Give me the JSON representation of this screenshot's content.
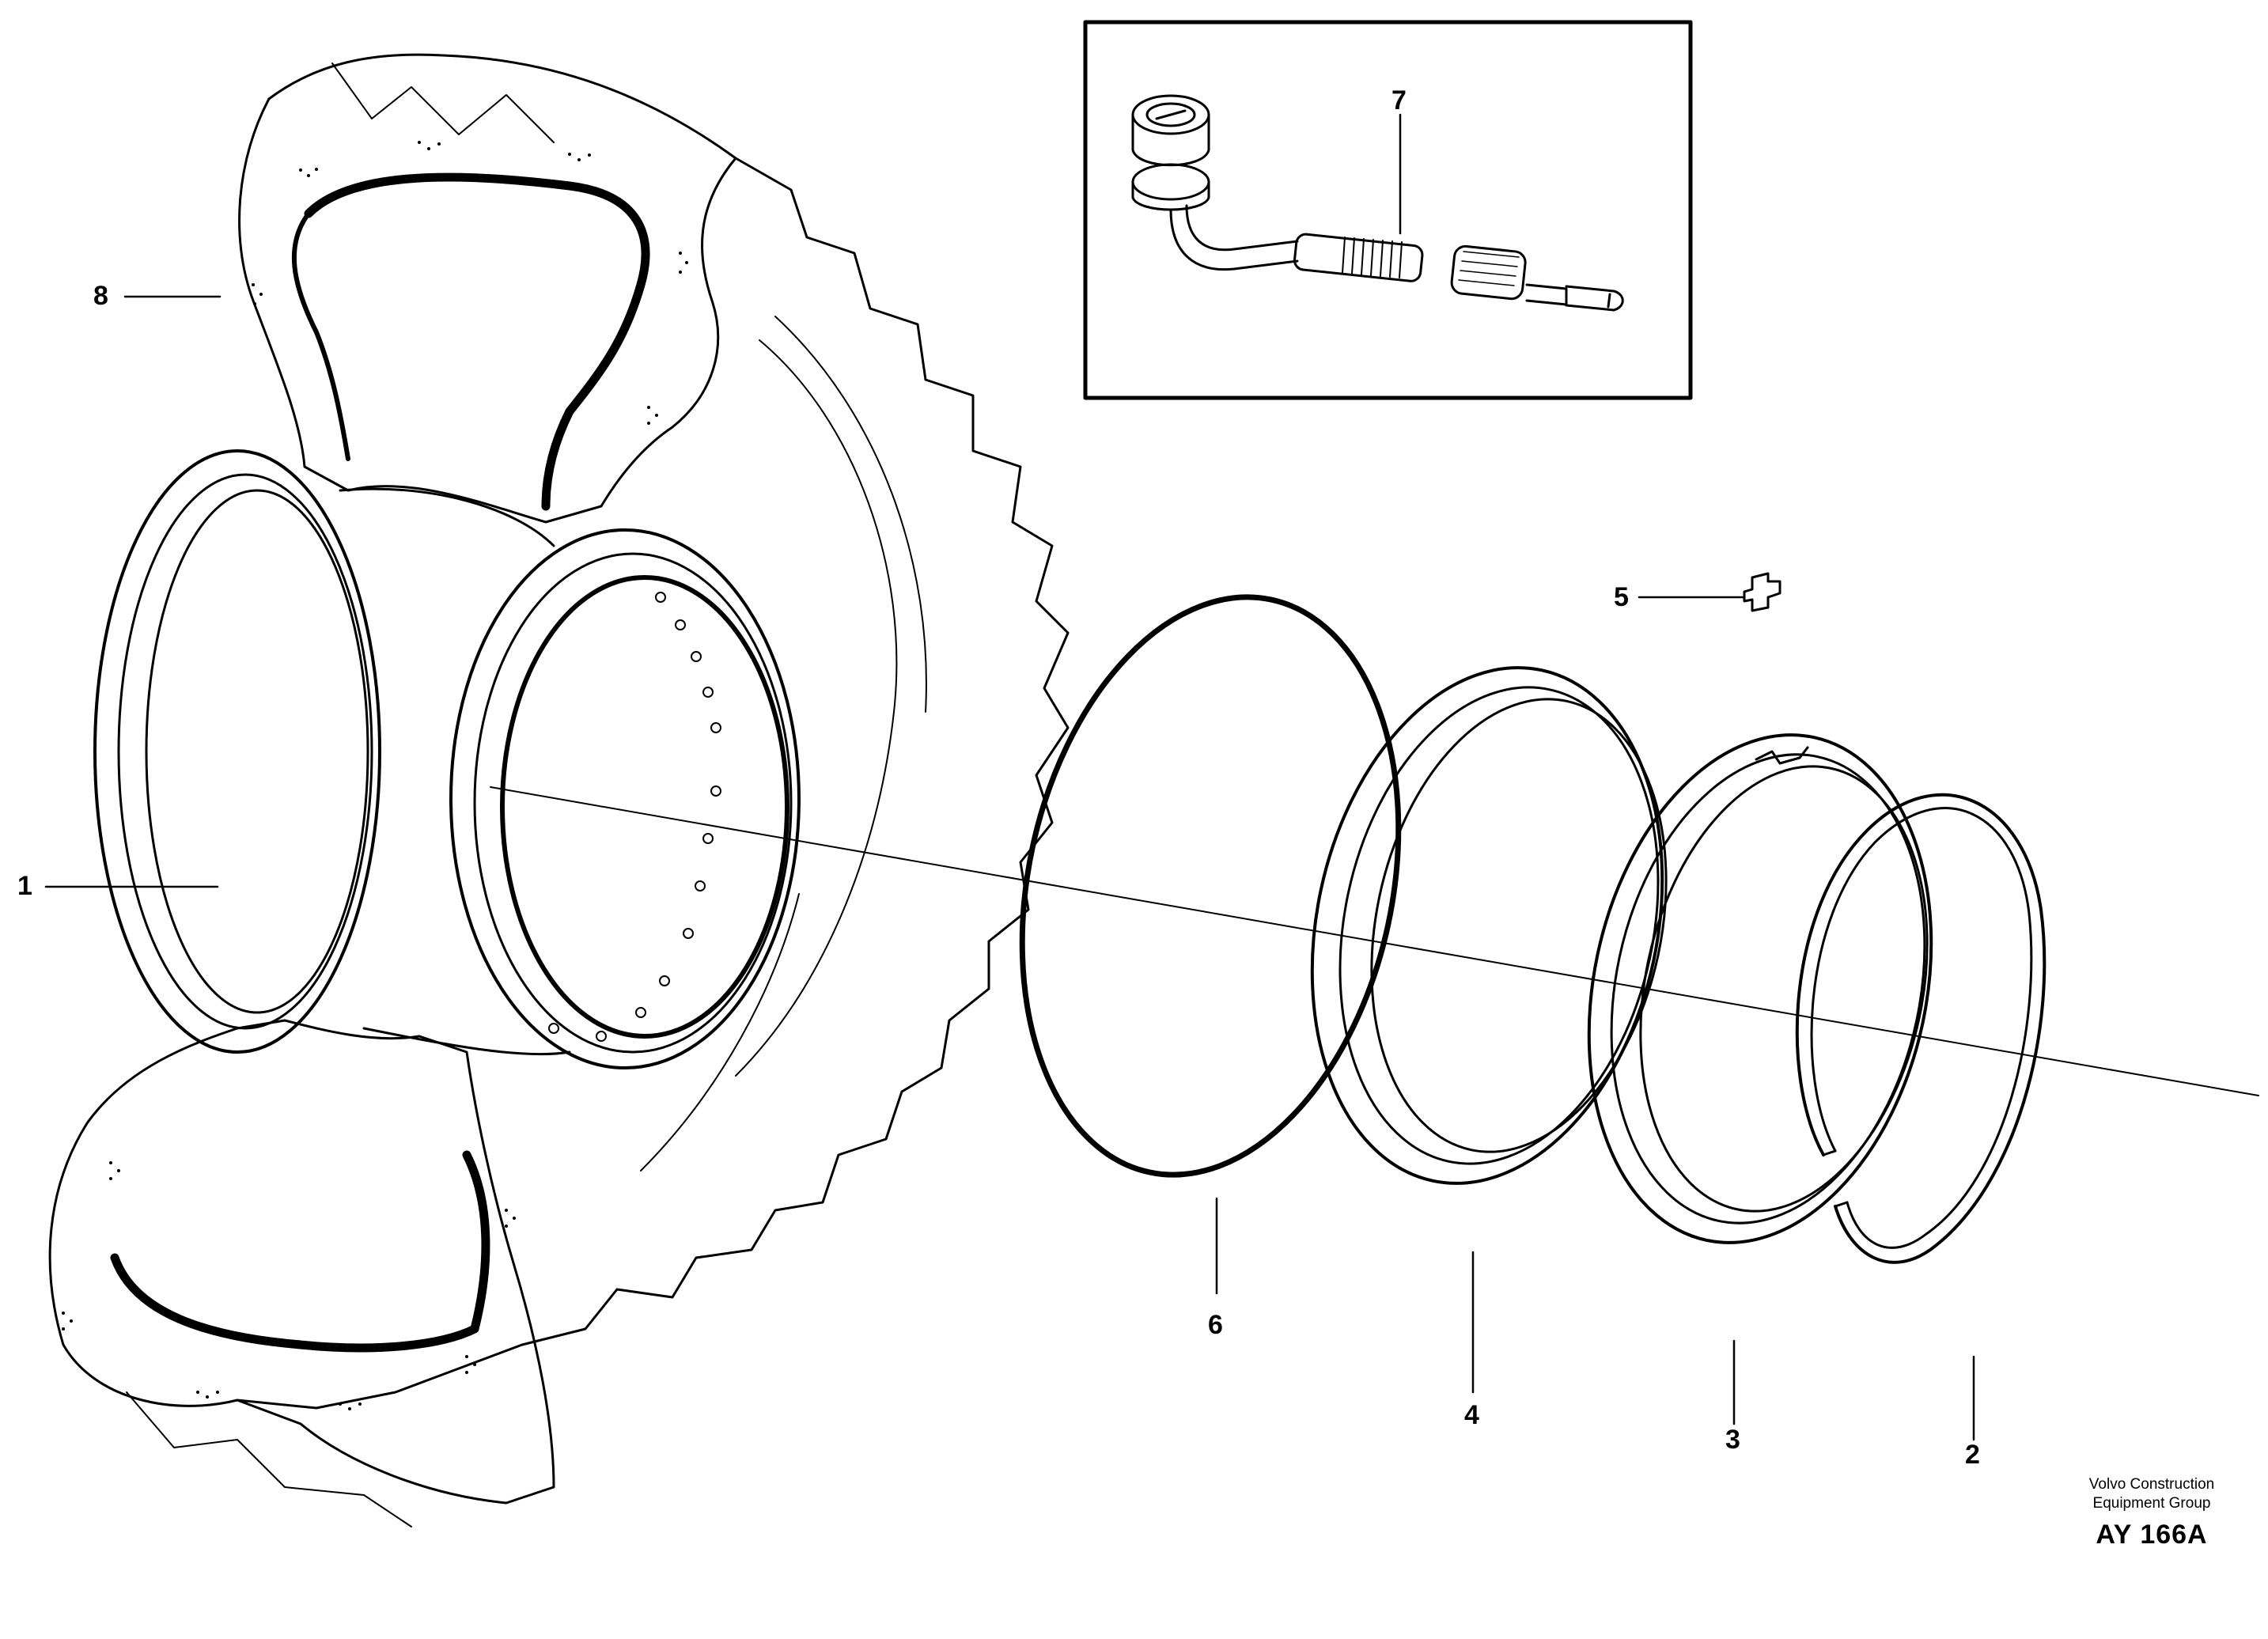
{
  "callouts": [
    "1",
    "2",
    "3",
    "4",
    "5",
    "6",
    "7",
    "8"
  ],
  "credit": {
    "line1": "Volvo Construction",
    "line2": "Equipment Group",
    "code": "AY 166A"
  }
}
